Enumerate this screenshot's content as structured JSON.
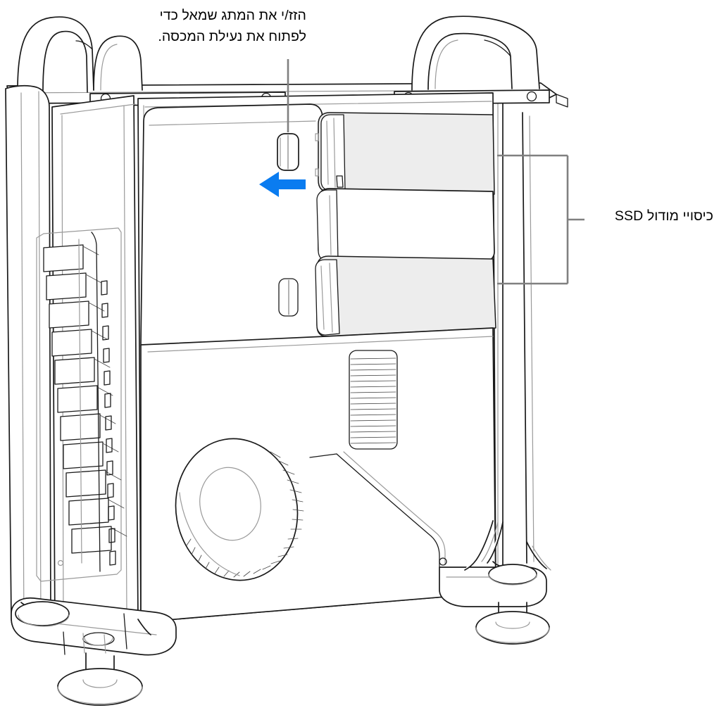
{
  "illustration": {
    "subject": "Mac Pro tower interior side view",
    "style": "line-art technical diagram"
  },
  "callouts": [
    {
      "id": "latch-switch",
      "name": "lock-latch-callout",
      "text": "הזז/י את המתג שמאל כדי\nלפתוח את נעילת המכסה.",
      "leader_color": "#808080",
      "arrow_color": "#0a7cf0",
      "arrow_direction": "left"
    },
    {
      "id": "ssd-covers",
      "name": "ssd-module-covers-callout",
      "text": "כיסויי מודול SSD",
      "bracket_color": "#808080"
    }
  ],
  "colors": {
    "outline": "#1a1a1a",
    "outline_soft": "#9a9a9a",
    "shade": "#ededed",
    "bracket": "#808080",
    "arrow": "#0a7cf0",
    "background": "#ffffff",
    "text": "#000000"
  },
  "parts": {
    "handle_left": "carry-handle-left",
    "handle_right": "carry-handle-right",
    "top_rail": "top-chassis-rail",
    "side_panel": "left-side-vent-panel",
    "fan": "cooling-fan",
    "vent_grille": "lower-vent-grille",
    "latch_top": "cover-lock-switch",
    "latch_bottom": "secondary-latch",
    "ssd_cover_top": "ssd-module-cover-top",
    "module_bay_middle": "module-bay-middle",
    "ssd_cover_bottom": "ssd-module-cover-bottom",
    "feet": "support-feet"
  }
}
